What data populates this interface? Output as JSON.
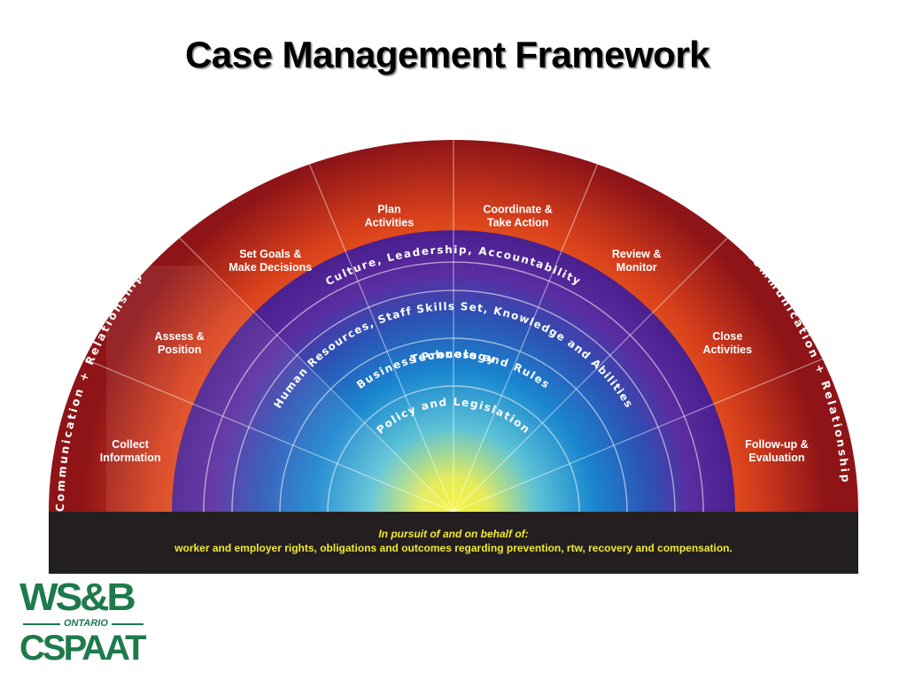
{
  "title": "Case Management Framework",
  "outer_ring": {
    "label": "Communication + Relationship",
    "steps": [
      [
        "Collect",
        "Information"
      ],
      [
        "Assess &",
        "Position"
      ],
      [
        "Set Goals &",
        "Make Decisions"
      ],
      [
        "Plan",
        "Activities"
      ],
      [
        "Coordinate &",
        "Take Action"
      ],
      [
        "Review &",
        "Monitor"
      ],
      [
        "Close",
        "Activities"
      ],
      [
        "Follow-up &",
        "Evaluation"
      ]
    ]
  },
  "inner_rings": [
    "Culture, Leadership, Accountability",
    "Human Resources, Staff Skills Set, Knowledge and Abilities",
    "Technology",
    "Business Process and Rules",
    "Policy and Legislation"
  ],
  "footer": {
    "line1": "In pursuit of and on behalf of:",
    "line2": "worker and employer rights, obligations and outcomes regarding prevention, rtw, recovery and compensation."
  },
  "logo": {
    "top": "WS&B",
    "middle": "ONTARIO",
    "bottom": "CSPAAT"
  },
  "colors": {
    "outer_dark": "#8e1418",
    "outer_bright": "#f05a1c",
    "purple": "#5a2a9c",
    "blue": "#1a6fc0",
    "yellow": "#f7ee3a",
    "footer_bg": "#231f20",
    "footer_text": "#f2e830",
    "logo_green": "#1e7a4c"
  }
}
